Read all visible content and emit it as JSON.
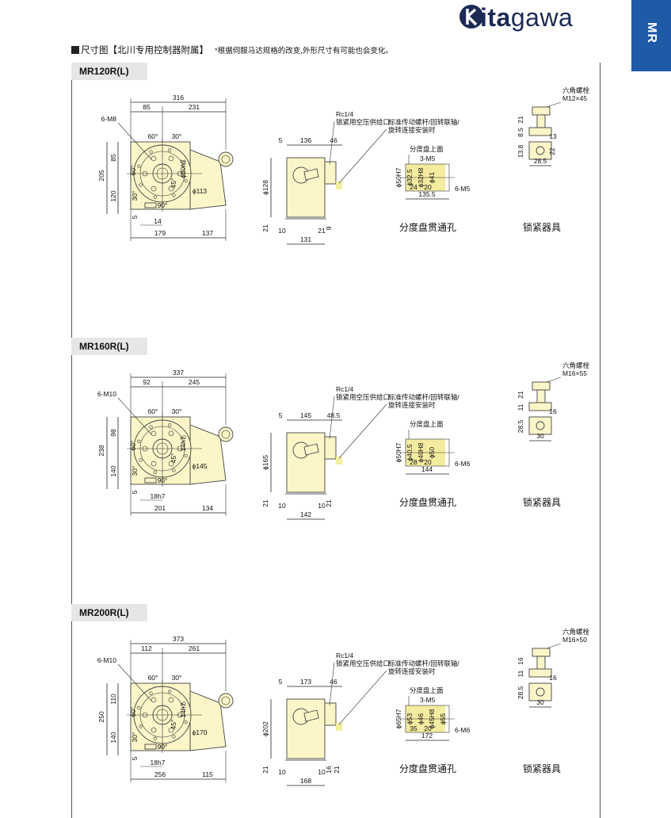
{
  "brand": {
    "name_prefix": "k",
    "name_bold": "ita",
    "name_rest": "gawa",
    "color": "#1c2a55"
  },
  "side_tab": {
    "label": "MR",
    "color": "#1f5aa6"
  },
  "header": {
    "title": "尺寸图【北川专用控制器附属】",
    "note": "*根据伺服马达规格的改变,外形尺寸有可能也会变化。"
  },
  "sections": [
    {
      "model": "MR120R(L)",
      "top_dims": [
        "316",
        "85",
        "231"
      ],
      "left_dims": [
        "205",
        "85",
        "120",
        "6-M8"
      ],
      "table_dims": [
        "60°",
        "30°",
        "60°",
        "30°",
        "ϕ113",
        "90°",
        "ϕ80h7",
        "45°",
        "14",
        "5"
      ],
      "bottom_dims": [
        "179",
        "137"
      ],
      "side_dims": [
        "Rc1/4",
        "锁紧用空压供给口",
        "5",
        "136",
        "46",
        "ϕ128",
        "21",
        "10",
        "21",
        "9",
        "131",
        "标准传动螺杆/回转联轴/",
        "旋转连接安装时"
      ],
      "through_dims": [
        "分度盘上面",
        "3-M5",
        "ϕ50H7",
        "ϕ32.5",
        "ϕ32H8",
        "ϕ41",
        "24",
        "20",
        "6-M5",
        "135.5"
      ],
      "clamp_dims": [
        "六角螺栓",
        "M12×45",
        "21",
        "8.5",
        "13",
        "13.8",
        "22",
        "28.5"
      ],
      "captions": [
        "分度盘贯通孔",
        "锁紧器具"
      ]
    },
    {
      "model": "MR160R(L)",
      "top_dims": [
        "337",
        "92",
        "245"
      ],
      "left_dims": [
        "238",
        "98",
        "140",
        "6-M10"
      ],
      "table_dims": [
        "60°",
        "30°",
        "60°",
        "30°",
        "ϕ145",
        "90°",
        "14h7",
        "45°",
        "18h7",
        "5"
      ],
      "bottom_dims": [
        "201",
        "134"
      ],
      "side_dims": [
        "Rc1/4",
        "锁紧用空压供给口",
        "5",
        "145",
        "48.5",
        "ϕ165",
        "21",
        "10",
        "10",
        "21",
        "142",
        "标准传动螺杆/回转联轴/",
        "旋转连接安装时"
      ],
      "through_dims": [
        "分度盘上面",
        "ϕ50H7",
        "ϕ40.5",
        "ϕ40H8",
        "ϕ50",
        "28",
        "20",
        "6-M6",
        "144"
      ],
      "clamp_dims": [
        "六角螺栓",
        "M16×55",
        "21",
        "11",
        "16",
        "28.5",
        "30"
      ],
      "captions": [
        "分度盘贯通孔",
        "锁紧器具"
      ]
    },
    {
      "model": "MR200R(L)",
      "top_dims": [
        "373",
        "112",
        "261"
      ],
      "left_dims": [
        "250",
        "110",
        "140",
        "6-M10"
      ],
      "table_dims": [
        "60°",
        "30°",
        "60°",
        "30°",
        "ϕ170",
        "90°",
        "14h7",
        "45°",
        "18h7",
        "5"
      ],
      "bottom_dims": [
        "256",
        "115"
      ],
      "side_dims": [
        "Rc1/4",
        "锁紧用空压供给口",
        "5",
        "173",
        "46",
        "ϕ202",
        "21",
        "10",
        "10",
        "16",
        "21",
        "168",
        "标准传动螺杆/回转联轴/",
        "旋转连接安装时"
      ],
      "through_dims": [
        "分度盘上面",
        "3-M5",
        "ϕ65H7",
        "ϕ53",
        "ϕ46",
        "ϕ45H8",
        "ϕ55",
        "35",
        "20",
        "6-M6",
        "172"
      ],
      "clamp_dims": [
        "六角螺栓",
        "M16×50",
        "16",
        "11",
        "16",
        "28.5",
        "30"
      ],
      "captions": [
        "分度盘贯通孔",
        "锁紧器具"
      ]
    }
  ]
}
